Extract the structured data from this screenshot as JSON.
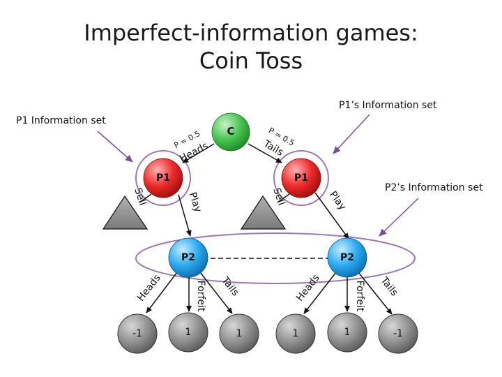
{
  "title": {
    "line1": "Imperfect-information games:",
    "line2": "Coin Toss"
  },
  "callouts": {
    "p1_info_set": "P1 Information set",
    "p1s_info_set": "P1’s Information set",
    "p2s_info_set": "P2’s Information set"
  },
  "nodes": {
    "chance": "C",
    "p1_left": "P1",
    "p1_right": "P1",
    "p2_left": "P2",
    "p2_right": "P2"
  },
  "edges": {
    "heads_prob": "P = 0.5",
    "heads": "Heads",
    "tails_prob": "P = 0.5",
    "tails": "Tails",
    "sell_left": "Sell",
    "play_left": "Play",
    "sell_right": "Sell",
    "play_right": "Play",
    "p2l_heads": "Heads",
    "p2l_forfeit": "Forfeit",
    "p2l_tails": "Tails",
    "p2r_heads": "Heads",
    "p2r_forfeit": "Forfeit",
    "p2r_tails": "Tails"
  },
  "leaves": [
    "-1",
    "1",
    "1",
    "1",
    "1",
    "-1"
  ],
  "colors": {
    "chance": "#3fb24a",
    "p1": "#e5191c",
    "p2": "#1e9fe0",
    "leaf": "#8a8a8a",
    "info_set_outline": "#9a78b5"
  }
}
